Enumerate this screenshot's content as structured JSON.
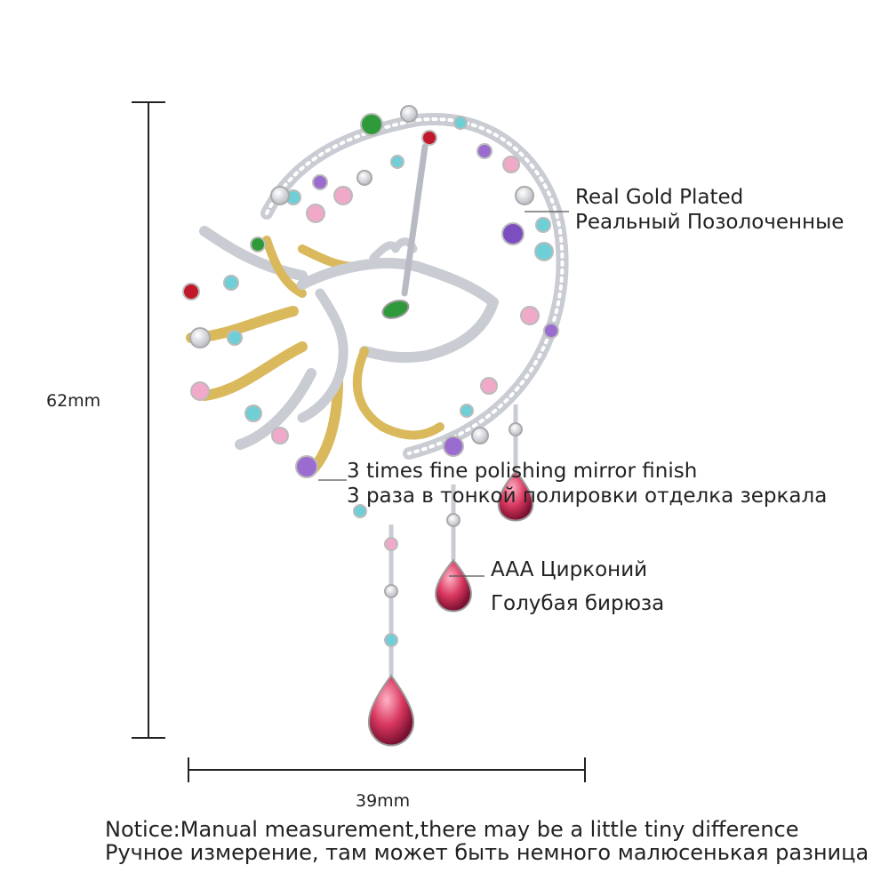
{
  "dimensions": {
    "height_label": "62mm",
    "width_label": "39mm"
  },
  "annotations": {
    "plating": {
      "line1": "Real Gold Plated",
      "line2": "Реальный Позолоченные"
    },
    "polish": {
      "line1": "3 times fine polishing mirror finish",
      "line2": "3 раза в тонкой полировки отделка зеркала"
    },
    "zircon": {
      "line1": "AAA Цирконий",
      "line2": "Голубая бирюза"
    }
  },
  "notice": {
    "line1": "Notice:Manual measurement,there may be a little tiny difference",
    "line2": "Ручное измерение, там может быть немного малюсенькая разница"
  },
  "colors": {
    "silver": "#c9ccd3",
    "gold": "#d9b95c",
    "ruby": "#d9385f",
    "emerald": "#2f9a3a",
    "amethyst": "#9b6ccf",
    "pink": "#f0a9c8",
    "aqua": "#6fcfd6"
  }
}
